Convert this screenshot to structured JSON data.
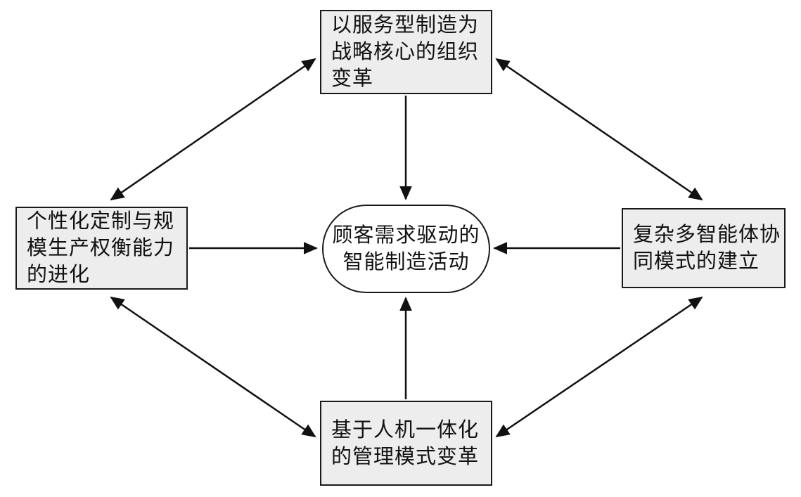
{
  "diagram": {
    "title": "",
    "nodes": {
      "top": {
        "lines": [
          "以服务型制造为",
          "战略核心的组织",
          "变革"
        ]
      },
      "left": {
        "lines": [
          "个性化定制与规",
          "模生产权衡能力",
          "的进化"
        ]
      },
      "right": {
        "lines": [
          "复杂多智能体协",
          "同模式的建立"
        ]
      },
      "bottom": {
        "lines": [
          "基于人机一体化",
          "的管理模式变革"
        ]
      },
      "center": {
        "lines": [
          "顾客需求驱动的",
          "智能制造活动"
        ]
      }
    },
    "edges": [
      {
        "from": "top",
        "to": "center",
        "bidirectional": false
      },
      {
        "from": "left",
        "to": "center",
        "bidirectional": false
      },
      {
        "from": "right",
        "to": "center",
        "bidirectional": false
      },
      {
        "from": "bottom",
        "to": "center",
        "bidirectional": false
      },
      {
        "from": "top",
        "to": "left",
        "bidirectional": true
      },
      {
        "from": "top",
        "to": "right",
        "bidirectional": true
      },
      {
        "from": "bottom",
        "to": "left",
        "bidirectional": true
      },
      {
        "from": "bottom",
        "to": "right",
        "bidirectional": true
      }
    ],
    "colors": {
      "background": "#ffffff",
      "box_fill": "#ededed",
      "box_border": "#1a1a1a",
      "center_fill": "#ffffff",
      "arrow": "#111111"
    }
  }
}
